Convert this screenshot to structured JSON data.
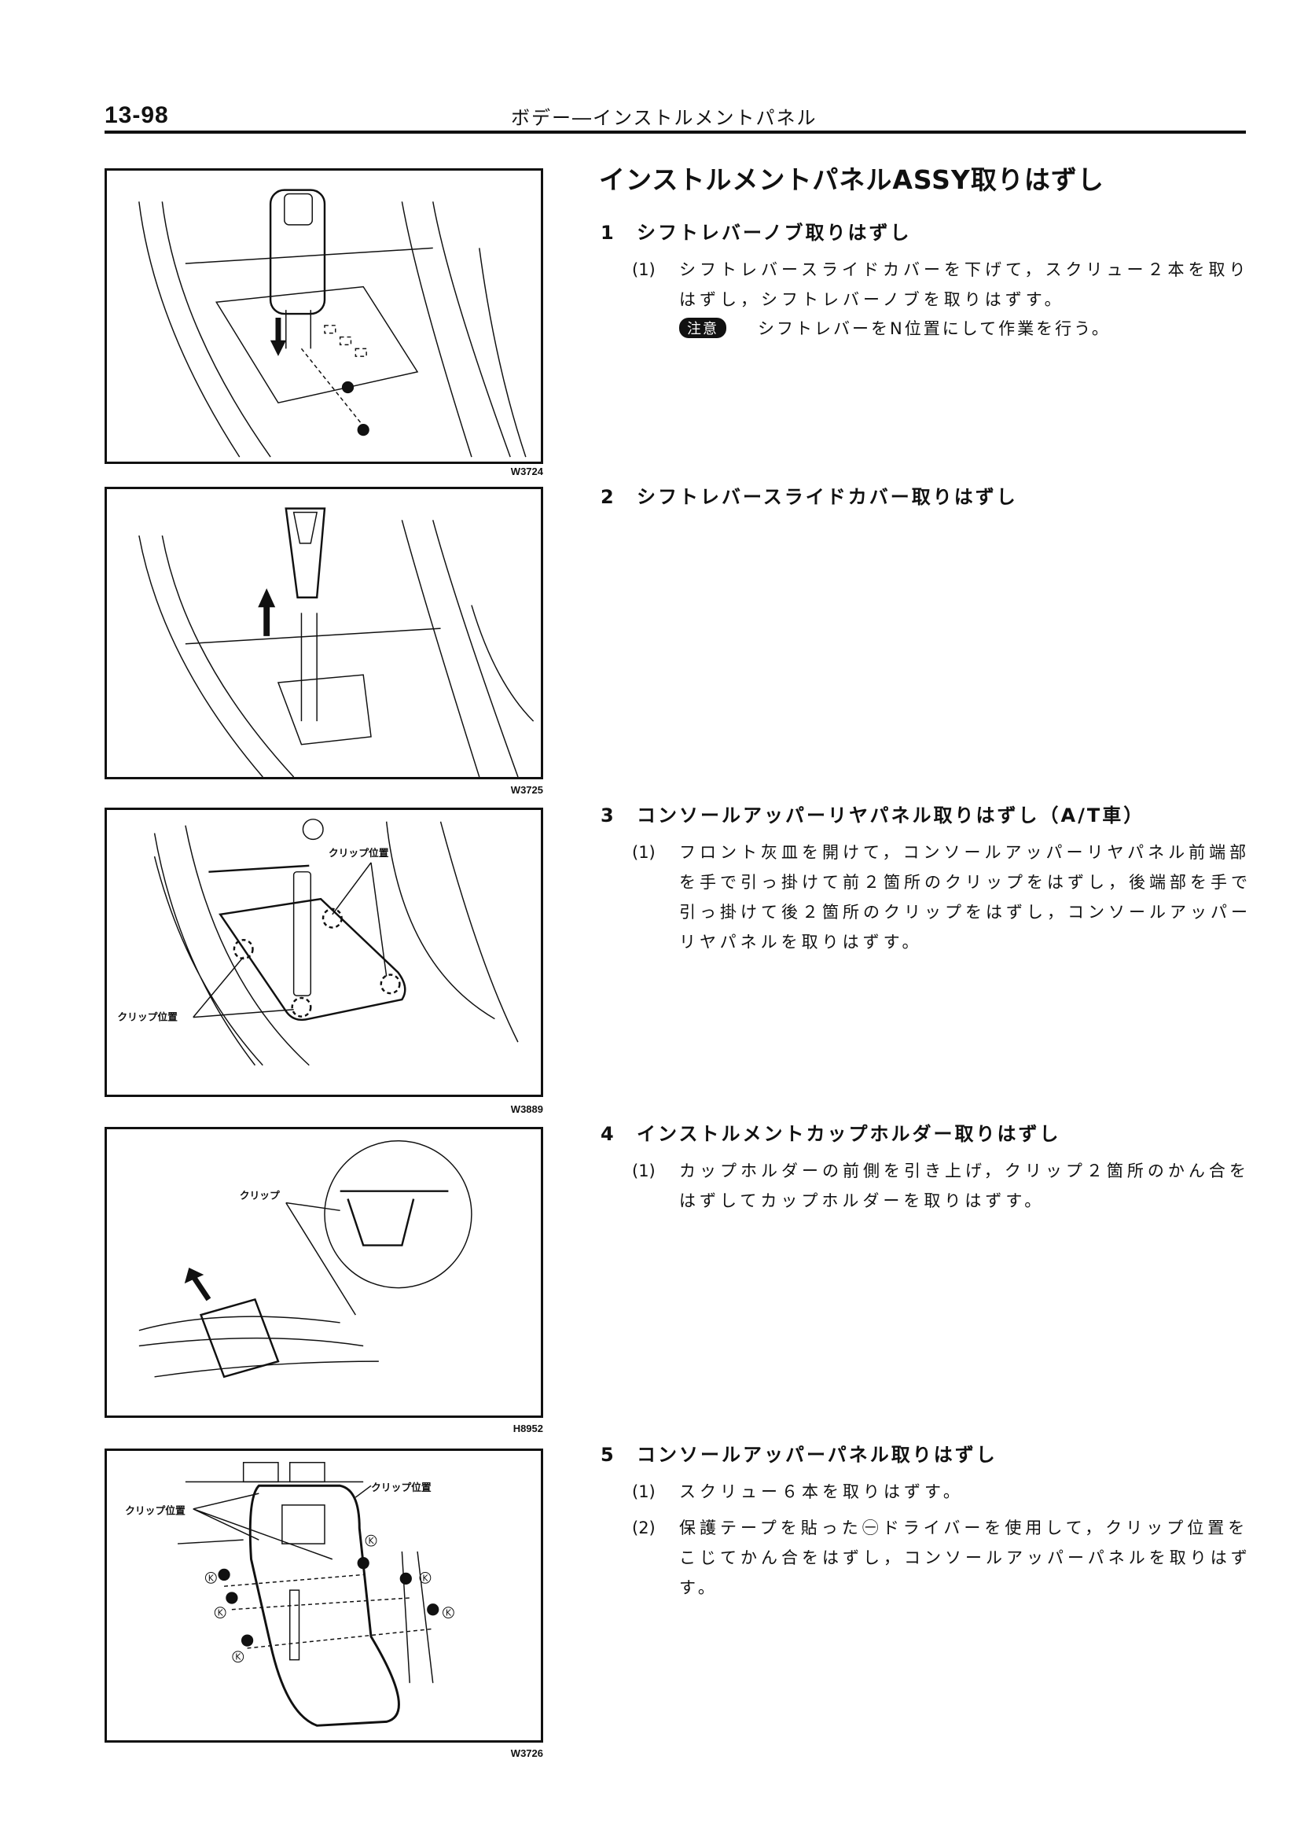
{
  "header": {
    "page_number": "13-98",
    "running_title": "ボデー―インストルメントパネル"
  },
  "heading": "インストルメントパネルASSY取りはずし",
  "steps": [
    {
      "number": "1",
      "title": "シフトレバーノブ取りはずし",
      "items": [
        {
          "label": "(1)",
          "lines": [
            "シフトレバースライドカバーを下げて，スクリュー２本を取り",
            "はずし，シフトレバーノブを取りはずす。"
          ]
        }
      ],
      "caution": {
        "badge": "注意",
        "text": "シフトレバーをN位置にして作業を行う。"
      }
    },
    {
      "number": "2",
      "title": "シフトレバースライドカバー取りはずし"
    },
    {
      "number": "3",
      "title": "コンソールアッパーリヤパネル取りはずし（A/T車）",
      "items": [
        {
          "label": "(1)",
          "lines": [
            "フロント灰皿を開けて，コンソールアッパーリヤパネル前端部",
            "を手で引っ掛けて前２箇所のクリップをはずし，後端部を手で",
            "引っ掛けて後２箇所のクリップをはずし，コンソールアッパー",
            "リヤパネルを取りはずす。"
          ]
        }
      ]
    },
    {
      "number": "4",
      "title": "インストルメントカップホルダー取りはずし",
      "items": [
        {
          "label": "(1)",
          "lines": [
            "カップホルダーの前側を引き上げ，クリップ２箇所のかん合を",
            "はずしてカップホルダーを取りはずす。"
          ]
        }
      ]
    },
    {
      "number": "5",
      "title": "コンソールアッパーパネル取りはずし",
      "items": [
        {
          "label": "(1)",
          "lines": [
            "スクリュー６本を取りはずす。"
          ]
        },
        {
          "label": "(2)",
          "lines": [
            "保護テープを貼った㊀ドライバーを使用して，クリップ位置を",
            "こじてかん合をはずし，コンソールアッパーパネルを取りはず",
            "す。"
          ]
        }
      ]
    }
  ],
  "figures": [
    {
      "code": "W3724"
    },
    {
      "code": "W3725"
    },
    {
      "code": "W3889",
      "callouts": [
        "クリップ位置",
        "クリップ位置"
      ]
    },
    {
      "code": "H8952",
      "callouts": [
        "クリップ"
      ]
    },
    {
      "code": "W3726",
      "callouts": [
        "クリップ位置",
        "クリップ位置"
      ],
      "screw_mark": "K"
    }
  ]
}
